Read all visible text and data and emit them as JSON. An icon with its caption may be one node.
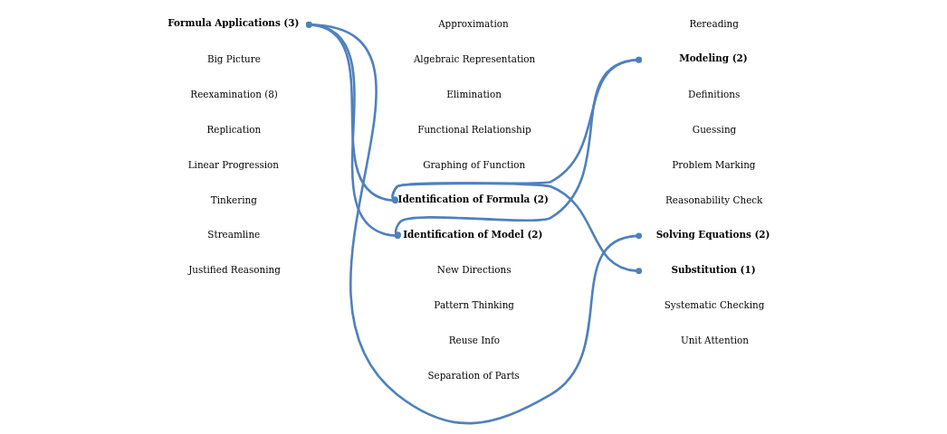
{
  "diagram": {
    "nodes": [
      {
        "text": [
          "Formula Applications (3)"
        ]
      },
      {
        "text": [
          "Identification of Formula (2)"
        ]
      },
      {
        "text": [
          "Identification of Model (2)"
        ]
      },
      {
        "text": [
          "Modeling (2)"
        ]
      },
      {
        "text": [
          "Solving Equations (2)"
        ]
      },
      {
        "text": [
          "Substitution (1)"
        ]
      }
    ],
    "edges": [
      {
        "from": 0,
        "to": 1,
        "arrow": "other"
      },
      {
        "from": 0,
        "to": 2,
        "arrow": "other"
      },
      {
        "from": 0,
        "to": 4,
        "arrow": "other"
      },
      {
        "from": 1,
        "to": 3,
        "arrow": "other"
      },
      {
        "from": 1,
        "to": 5,
        "arrow": "other"
      },
      {
        "from": 2,
        "to": 3,
        "arrow": "other"
      }
    ],
    "labels": [
      "Big Picture",
      "Reexamination (8)",
      "Replication",
      "Linear Progression",
      "Tinkering",
      "Streamline",
      "Justified Reasoning",
      "Approximation",
      "Algebraic Representation",
      "Elimination",
      "Functional Relationship",
      "Graphing of Function",
      "New Directions",
      "Pattern Thinking",
      "Reuse Info",
      "Separation of Parts",
      "Rereading",
      "Definitions",
      "Guessing",
      "Problem Marking",
      "Reasonability Check",
      "Systematic Checking",
      "Unit Attention"
    ]
  }
}
